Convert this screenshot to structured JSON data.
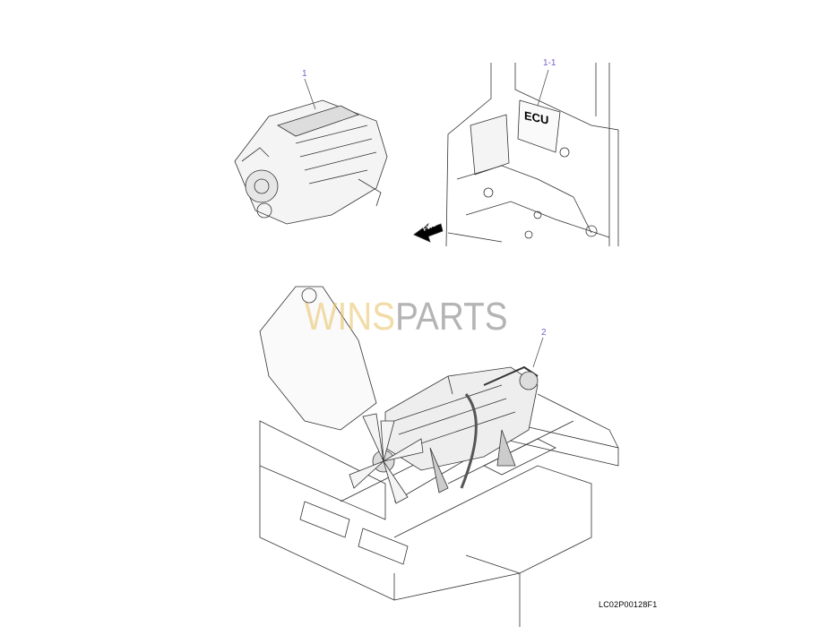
{
  "diagram": {
    "callouts": [
      {
        "id": "callout-1",
        "text": "1"
      },
      {
        "id": "callout-1-1",
        "text": "1-1"
      },
      {
        "id": "callout-2",
        "text": "2"
      }
    ],
    "ecu_label": "ECU",
    "fwd_label": "FWD",
    "watermark": {
      "part1": "WINS",
      "part2": "PARTS"
    },
    "drawing_code": "LC02P00128F1",
    "colors": {
      "callout": "#7a5cc8",
      "line": "#333333",
      "watermark_gold": "#e8c060",
      "watermark_gray": "#777777"
    }
  }
}
